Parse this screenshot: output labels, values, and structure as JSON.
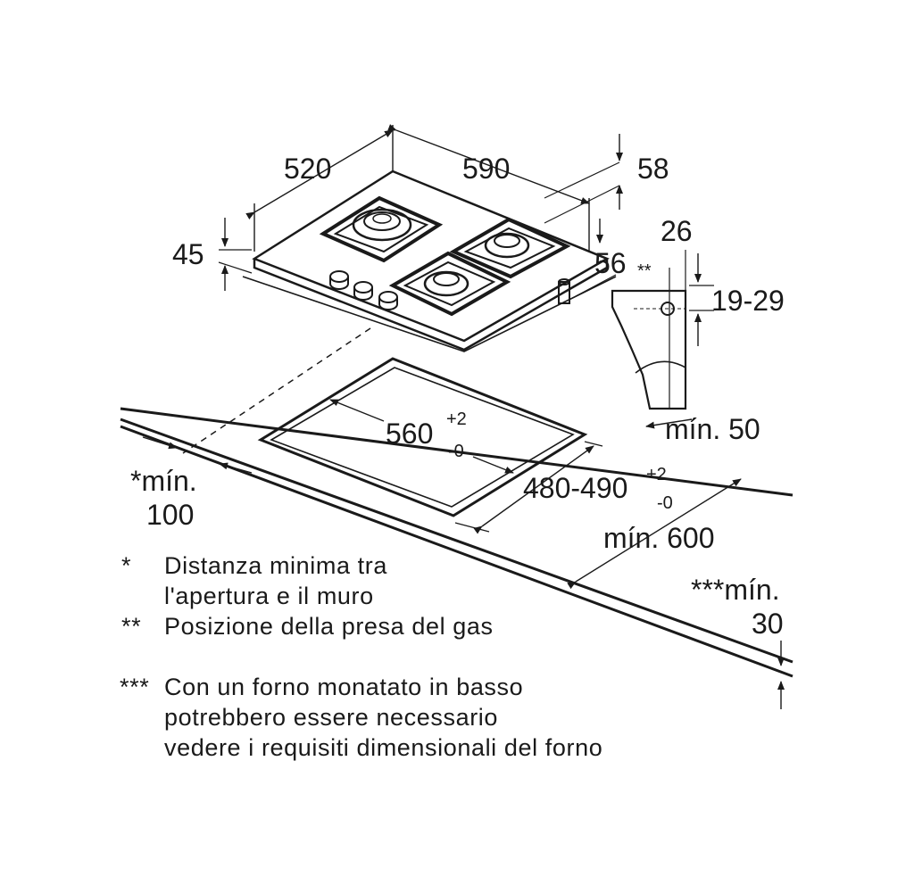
{
  "dimensions": {
    "depth": "520",
    "width": "590",
    "glass_thickness": "58",
    "height": "45",
    "gas_offset": "56",
    "gas_marker": "**",
    "bracket_depth": "26",
    "worktop_range": "19-29",
    "min_back": "mín. 50",
    "cutout_width_main": "560",
    "cutout_width_plus": "+2",
    "cutout_width_minus": "-0",
    "cutout_depth_main": "480-490",
    "cutout_depth_plus": "+2",
    "cutout_depth_minus": "-0",
    "min_worktop_depth": "mín. 600",
    "min_wall_label": "*mín.",
    "min_wall_value": "100",
    "min_oven_label": "***mín.",
    "min_oven_value": "30"
  },
  "notes": [
    {
      "marker": "*",
      "lines": [
        "Distanza minima tra",
        "l'apertura e il muro"
      ]
    },
    {
      "marker": "**",
      "lines": [
        "Posizione della presa del gas"
      ]
    },
    {
      "marker": "***",
      "lines": [
        "Con un forno monatato in basso",
        "potrebbero essere necessario",
        "vedere i requisiti dimensionali del forno"
      ]
    }
  ]
}
